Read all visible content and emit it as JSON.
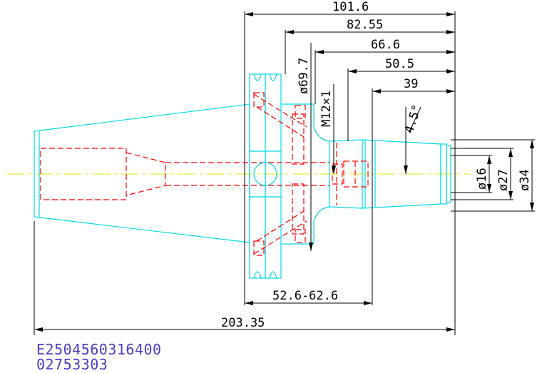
{
  "dimensions": {
    "overall_length": "203.35",
    "length_1": "101.6",
    "length_2": "82.55",
    "length_3": "66.6",
    "length_4": "50.5",
    "length_5": "39",
    "range": "52.6-62.6",
    "flange_dia": "ø69.7",
    "thread": "M12×1",
    "angle": "4.5°",
    "dia_1": "ø16",
    "dia_2": "ø27",
    "dia_3": "ø34"
  },
  "part_numbers": {
    "line_1": "E2504560316400",
    "line_2": "02753303"
  },
  "colors": {
    "outline": "#00d8e8",
    "hidden": "#ff0000",
    "centerline": "#e6e600",
    "dimension": "#000000",
    "code_text": "#4a3cc8"
  }
}
